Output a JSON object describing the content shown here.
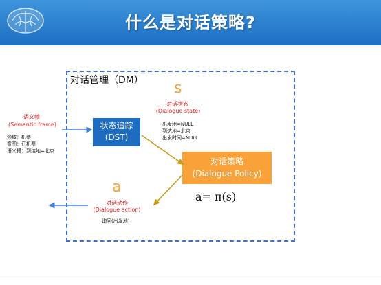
{
  "header": {
    "title": "什么是对话策略?"
  },
  "dm": {
    "label": "对话管理（DM）"
  },
  "semantic_frame": {
    "title": "语义帧",
    "title_en": "(Semantic frame)",
    "lines": [
      "领域：机票",
      "意图：订机票",
      "语义槽：到达地=北京"
    ]
  },
  "dst": {
    "name": "状态追踪",
    "abbr": "(DST)"
  },
  "state": {
    "symbol": "s",
    "title": "对话状态",
    "title_en": "(Dialogue state)",
    "lines": [
      "出发地=NULL",
      "到达地=北京",
      "出发时间=NULL"
    ]
  },
  "policy": {
    "name": "对话策略",
    "name_en": "(Dialogue Policy)",
    "formula": "a= π(s)"
  },
  "action": {
    "symbol": "a",
    "title": "对话动作",
    "title_en": "(Dialogue action)",
    "text": "询问(出发地)"
  },
  "colors": {
    "header": "#1c6fc2",
    "dst": "#1d6cbf",
    "policy": "#f9a23a",
    "red_text": "#e02020",
    "arrow_blue": "#3f7fd6",
    "arrow_gold": "#c99a10",
    "frame": "#3f6fcf"
  },
  "icons": [
    "brain-logo-icon"
  ]
}
